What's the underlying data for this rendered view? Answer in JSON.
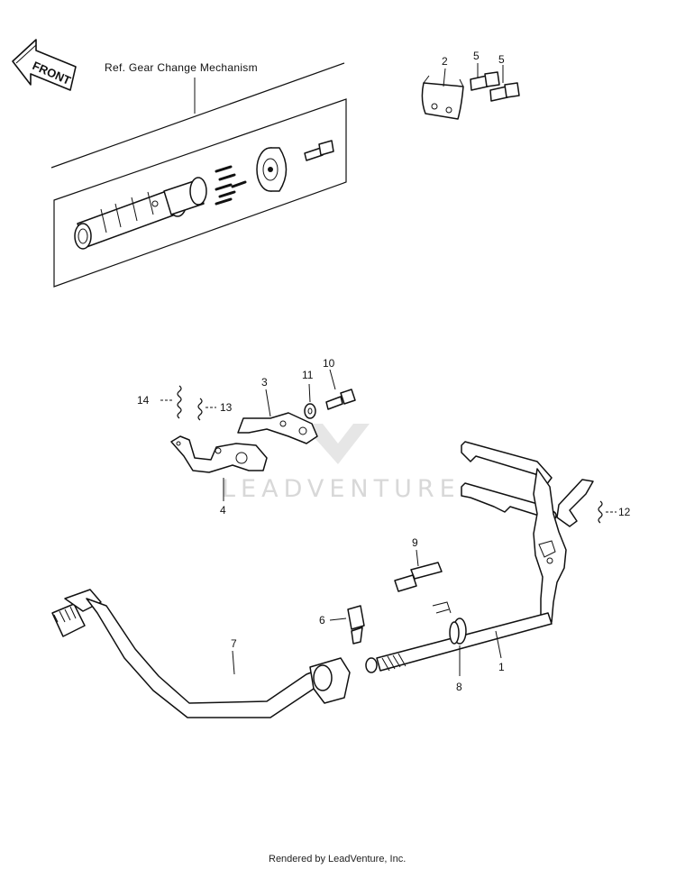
{
  "header": {
    "front_label": "FRONT",
    "reference_label": "Ref. Gear Change Mechanism"
  },
  "watermark": "LEADVENTURE",
  "callouts": [
    {
      "id": "1",
      "text": "1"
    },
    {
      "id": "2",
      "text": "2"
    },
    {
      "id": "3",
      "text": "3"
    },
    {
      "id": "4",
      "text": "4"
    },
    {
      "id": "5a",
      "text": "5"
    },
    {
      "id": "5b",
      "text": "5"
    },
    {
      "id": "6",
      "text": "6"
    },
    {
      "id": "7",
      "text": "7"
    },
    {
      "id": "8",
      "text": "8"
    },
    {
      "id": "9",
      "text": "9"
    },
    {
      "id": "10",
      "text": "10"
    },
    {
      "id": "11",
      "text": "11"
    },
    {
      "id": "12",
      "text": "12"
    },
    {
      "id": "13",
      "text": "13"
    },
    {
      "id": "14",
      "text": "14"
    }
  ],
  "footer": "Rendered by LeadVenture, Inc."
}
